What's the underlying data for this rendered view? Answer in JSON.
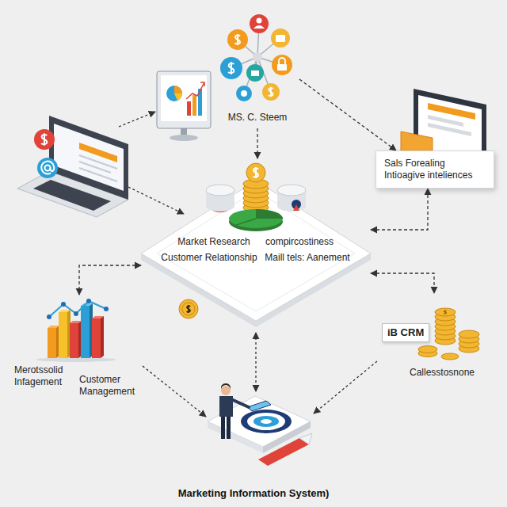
{
  "diagram": {
    "title": "Marketing Information System)",
    "nodes": [
      {
        "text": [
          "MS. C. Steem"
        ]
      },
      {
        "text": [
          "Sals Forealing Intioagive inteliences"
        ]
      },
      {
        "text": [
          "Market Research",
          "compircostiness",
          "Customer Relationship",
          "Maill tels: Aanement"
        ]
      },
      {
        "text": [
          "Merotssolid Infagement",
          "Customer Management"
        ]
      },
      {
        "text": [
          "iB CRM",
          "Callesstosnone"
        ]
      }
    ],
    "edges": [
      {
        "from": 0,
        "to": 2,
        "arrow": "to"
      },
      {
        "from": 0,
        "to": 1,
        "arrow": "to"
      },
      {
        "from": 2,
        "to": 1,
        "arrow": "both"
      },
      {
        "from": 2,
        "to": 3,
        "arrow": "both"
      },
      {
        "from": 2,
        "to": 4,
        "arrow": "both"
      }
    ]
  }
}
